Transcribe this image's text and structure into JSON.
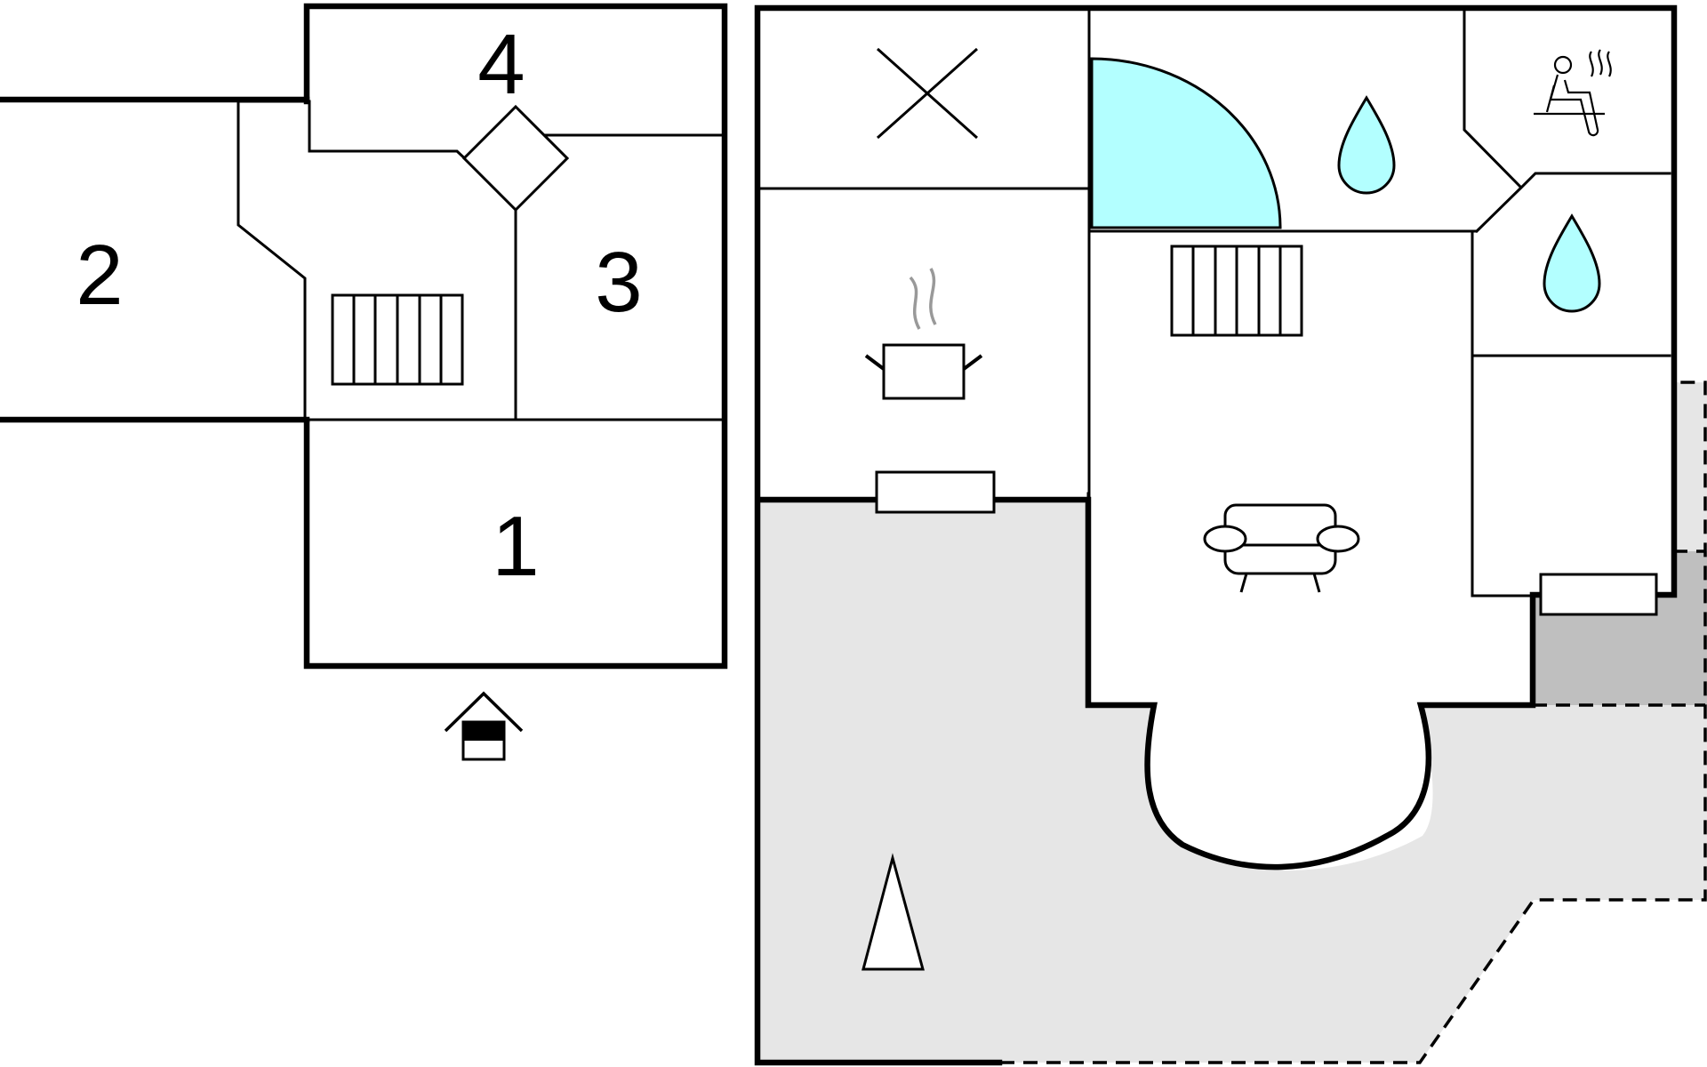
{
  "rooms": [
    {
      "id": "1",
      "label": "1"
    },
    {
      "id": "2",
      "label": "2"
    },
    {
      "id": "3",
      "label": "3"
    },
    {
      "id": "4",
      "label": "4"
    }
  ],
  "icons": [
    "entrance-house-icon",
    "stairs-icon",
    "fireplace-icon",
    "hot-tub-icon",
    "water-drop-icon",
    "sauna-icon",
    "cooking-pot-icon",
    "sofa-icon",
    "window-icon",
    "tree-icon",
    "dining-cross-icon"
  ],
  "colors": {
    "wall": "#000000",
    "terrace": "#e6e6e6",
    "covered_terrace": "#bfbfbf",
    "water": "#b3ffff"
  }
}
